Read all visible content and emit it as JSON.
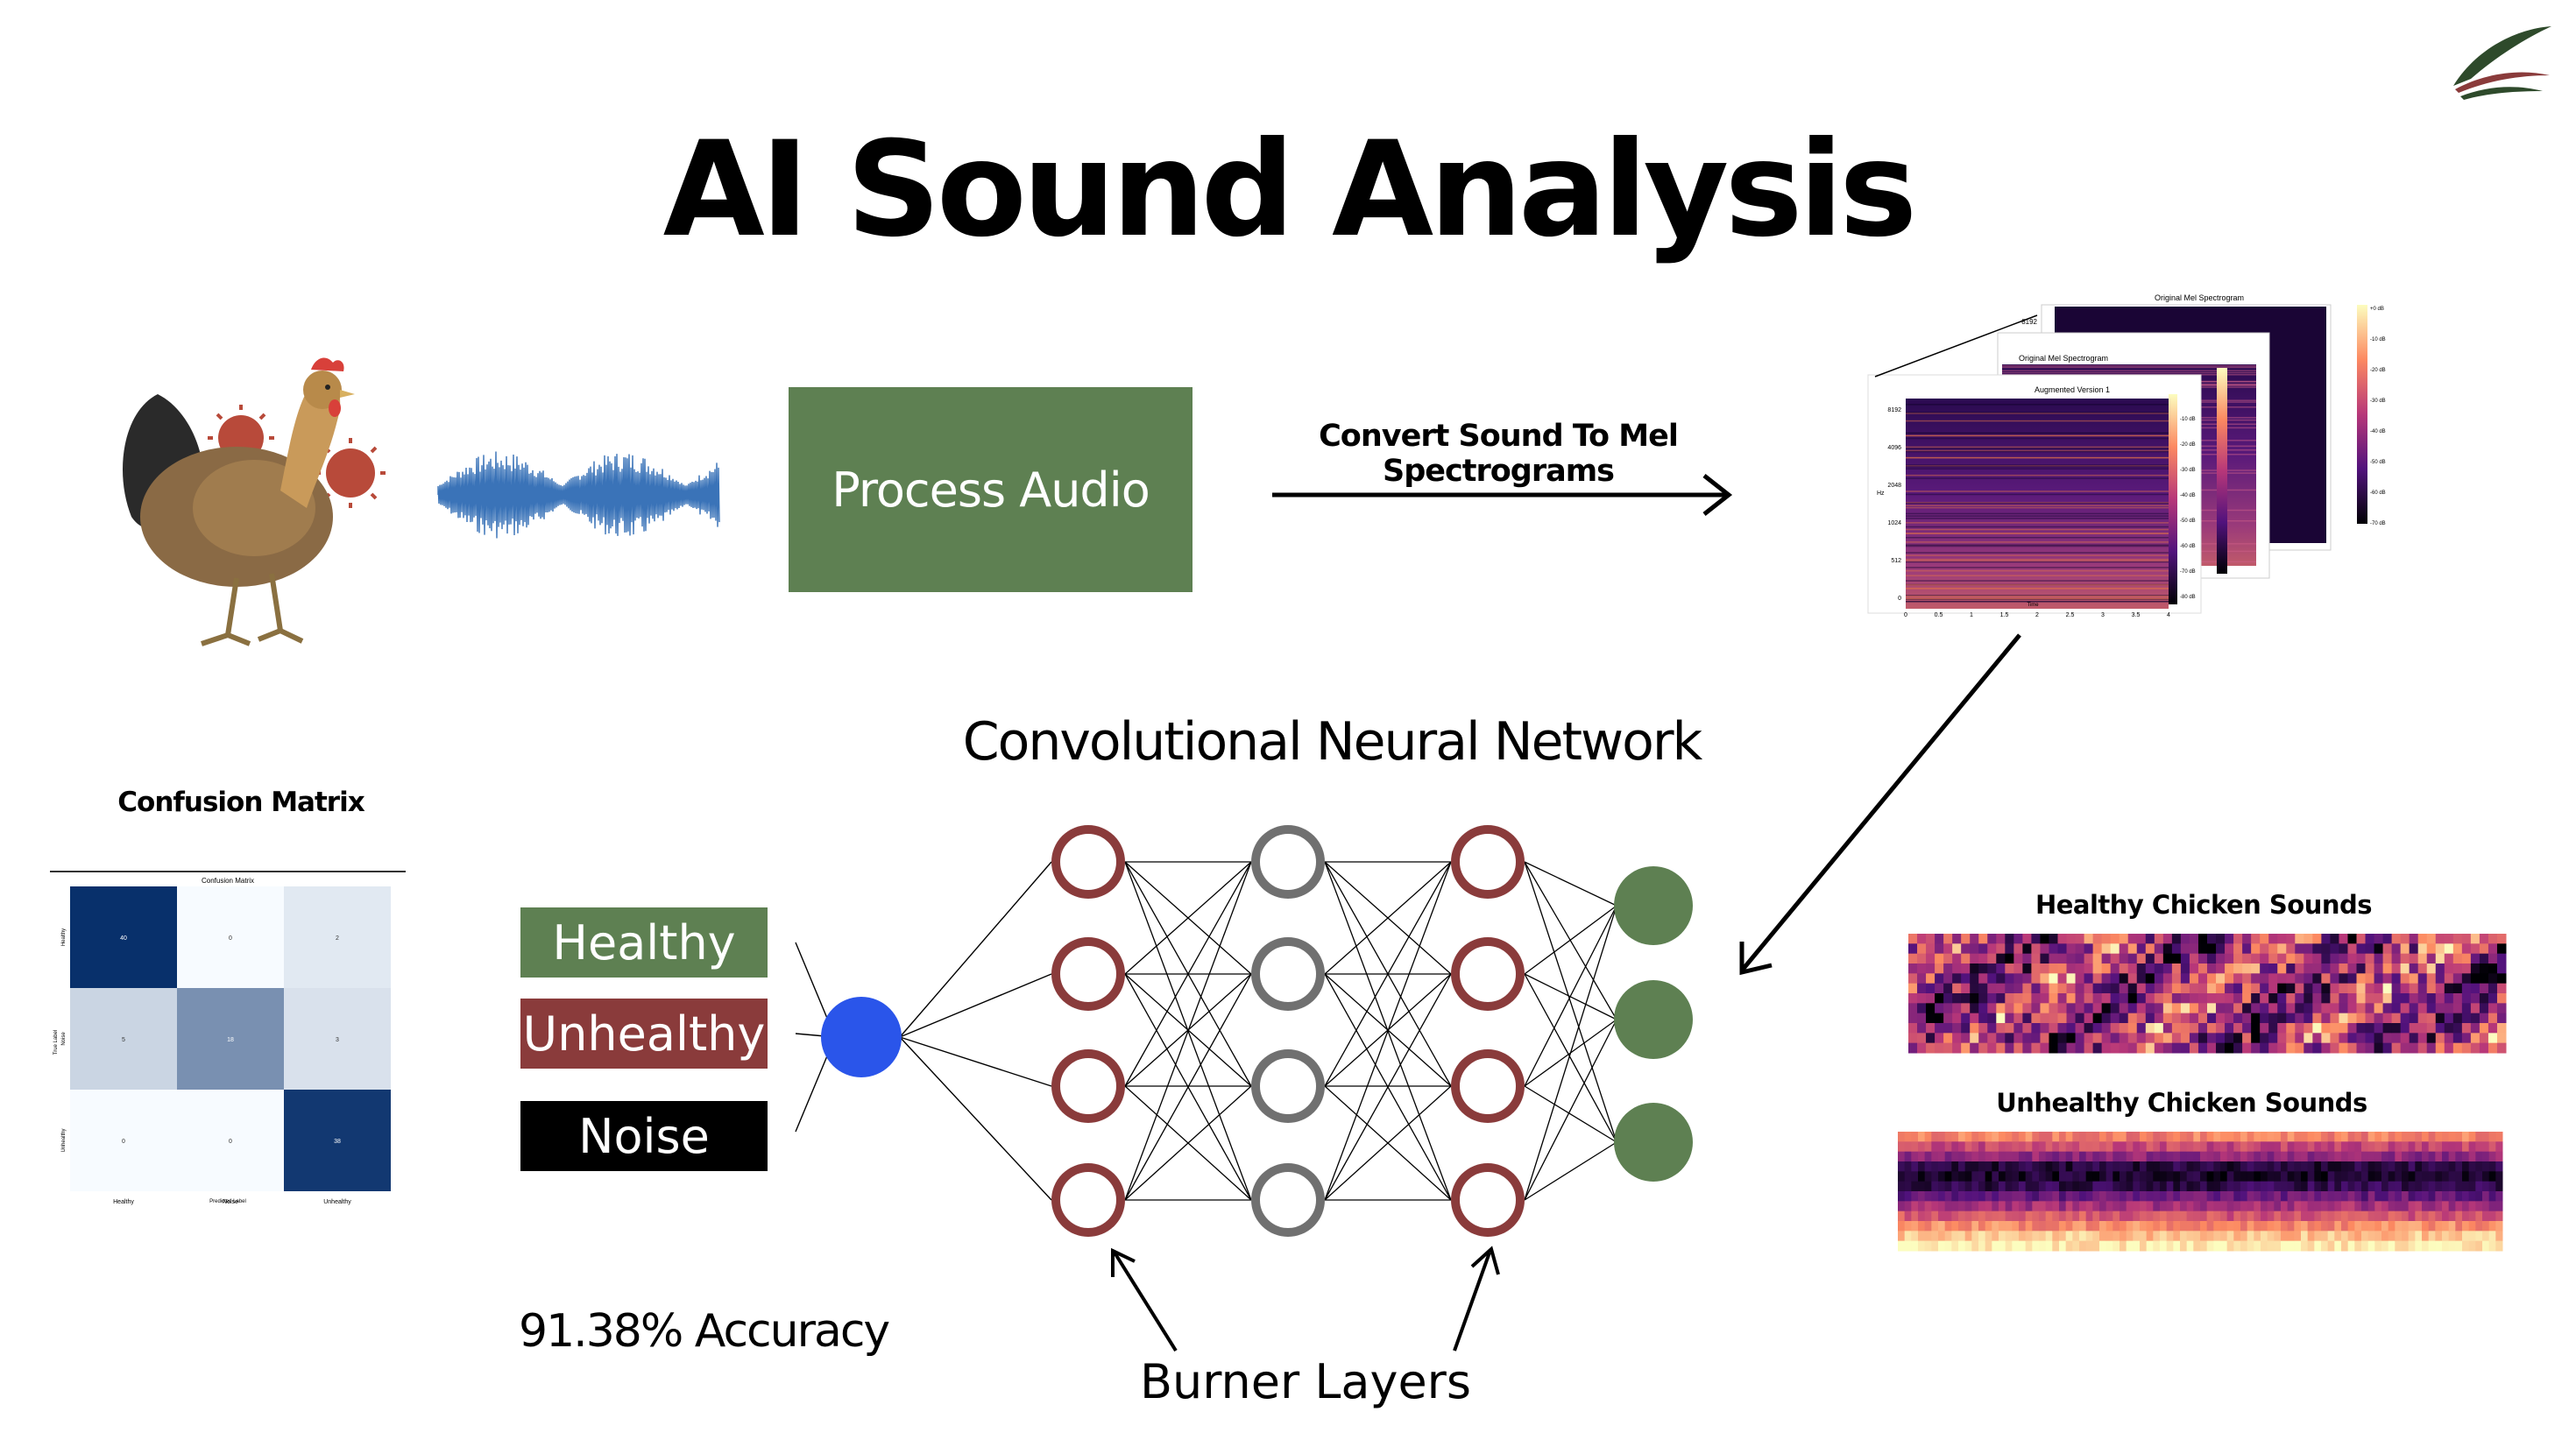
{
  "slide": {
    "title": "AI Sound Analysis",
    "process_label": "Process Audio",
    "convert_label": "Convert Sound To Mel Spectrograms",
    "cnn_title": "Convolutional Neural Network",
    "cm_title": "Confusion Matrix",
    "accuracy": "91.38% Accuracy",
    "burner_label": "Burner Layers",
    "healthy_sounds_title": "Healthy Chicken Sounds",
    "unhealthy_sounds_title": "Unhealthy Chicken Sounds"
  },
  "output_labels": [
    {
      "label": "Healthy",
      "color": "#5e8052"
    },
    {
      "label": "Unhealthy",
      "color": "#8a3b3b"
    },
    {
      "label": "Noise",
      "color": "#000000"
    }
  ],
  "confusion_matrix": {
    "title": "Confusion Matrix",
    "ylabel": "True Label",
    "xlabel": "Predicted Label",
    "classes": [
      "Healthy",
      "Noise",
      "Unhealthy"
    ],
    "values": [
      [
        40,
        0,
        2
      ],
      [
        5,
        18,
        3
      ],
      [
        0,
        0,
        38
      ]
    ]
  },
  "spectrogram_stack": {
    "front_title": "Augmented Version 1",
    "mid_title": "Original Mel Spectrogram",
    "back_title": "Original Mel Spectrogram",
    "y_ticks": [
      "8192",
      "4096",
      "2048",
      "1024",
      "512",
      "0"
    ],
    "x_ticks": [
      "0",
      "0.5",
      "1",
      "1.5",
      "2",
      "2.5",
      "3",
      "3.5",
      "4"
    ],
    "ylabel": "Hz",
    "xlabel": "Time",
    "db_ticks": [
      "-10 dB",
      "-20 dB",
      "-30 dB",
      "-40 dB",
      "-50 dB",
      "-60 dB",
      "-70 dB",
      "-80 dB"
    ],
    "back_db_ticks": [
      "+0 dB",
      "-10 dB",
      "-20 dB",
      "-30 dB",
      "-40 dB",
      "-50 dB",
      "-60 dB",
      "-70 dB"
    ],
    "back_y_tick": "8192"
  },
  "colors": {
    "process_green": "#5e8052",
    "neuron_red": "#8a3b3b",
    "neuron_gray": "#707070",
    "output_green": "#5e8052",
    "input_blue": "#2a55ea",
    "waveform": "#3a73b8"
  },
  "icons": [
    "chicken-image",
    "waveform-icon",
    "logo-leaf-icon"
  ]
}
